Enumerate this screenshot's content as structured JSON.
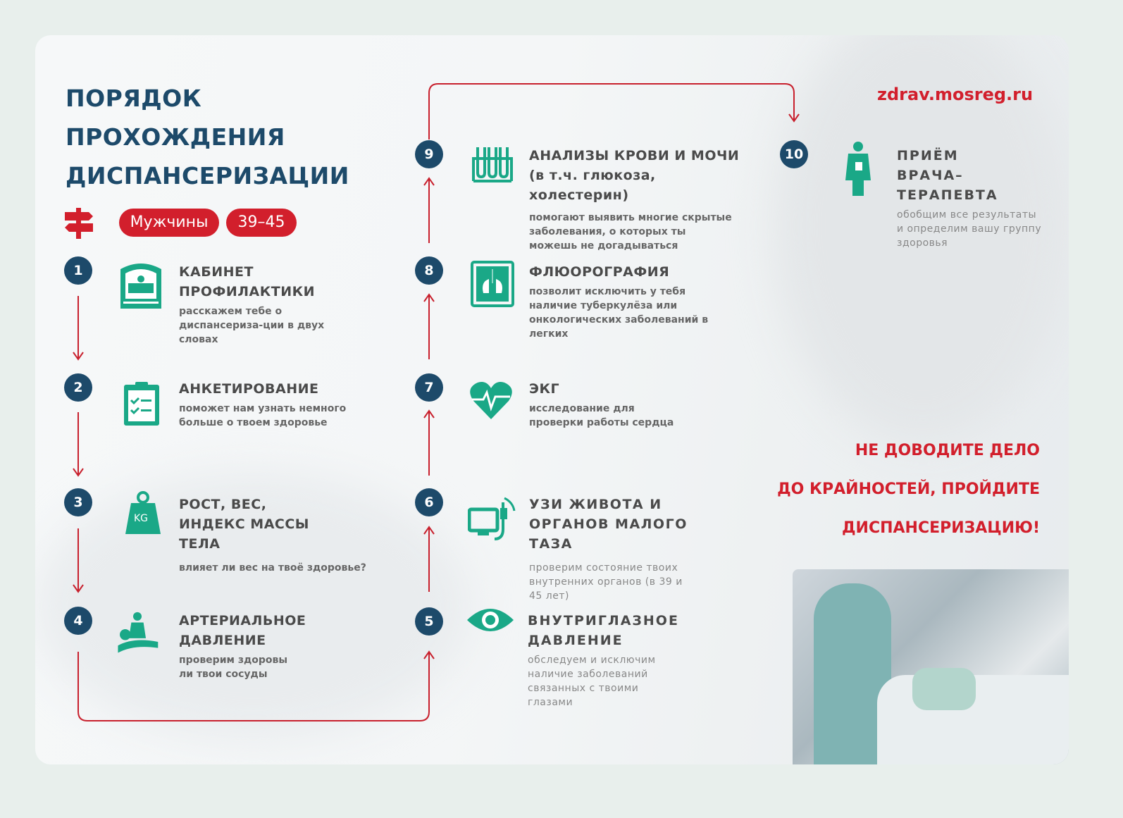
{
  "title": [
    "ПОРЯДОК",
    "ПРОХОЖДЕНИЯ",
    "ДИСПАНСЕРИЗАЦИИ"
  ],
  "filters": {
    "gender": "Мужчины",
    "age": "39–45"
  },
  "url": "zdrav.mosreg.ru",
  "steps": [
    {
      "n": "1",
      "title": "КАБИНЕТ ПРОФИЛАКТИКИ",
      "desc": "расскажем тебе о диспансериза-ции в двух словах"
    },
    {
      "n": "2",
      "title": "АНКЕТИРОВАНИЕ",
      "desc": "поможет нам узнать немного больше о твоем здоровье"
    },
    {
      "n": "3",
      "title": "РОСТ, ВЕС, ИНДЕКС МАССЫ ТЕЛА",
      "desc": "влияет ли вес на твоё здоровье?"
    },
    {
      "n": "4",
      "title": "АРТЕРИАЛЬНОЕ ДАВЛЕНИЕ",
      "desc": "проверим здоровы ли твои сосуды"
    },
    {
      "n": "5",
      "title": "ВНУТРИГЛАЗНОЕ ДАВЛЕНИЕ",
      "desc": "обследуем и исключим наличие заболеваний связанных с твоими глазами"
    },
    {
      "n": "6",
      "title": "УЗИ ЖИВОТА И ОРГАНОВ МАЛОГО ТАЗА",
      "desc": "проверим состояние твоих внутренних органов (в 39 и 45 лет)"
    },
    {
      "n": "7",
      "title": "ЭКГ",
      "desc": "исследование для проверки работы сердца"
    },
    {
      "n": "8",
      "title": "ФЛЮОРОГРАФИЯ",
      "desc": "позволит исключить у тебя наличие туберкулёза или онкологических заболеваний в легких"
    },
    {
      "n": "9",
      "title": "АНАЛИЗЫ КРОВИ И МОЧИ",
      "subtitle": "(в т.ч. глюкоза, холестерин)",
      "desc": "помогают выявить многие скрытые заболевания, о которых ты можешь не догадываться"
    },
    {
      "n": "10",
      "title": "ПРИЁМ ВРАЧА– ТЕРАПЕВТА",
      "desc": "обобщим все результаты и определим вашу группу здоровья"
    }
  ],
  "weight_label": "KG",
  "slogan": [
    "НЕ ДОВОДИТЕ ДЕЛО",
    "ДО КРАЙНОСТЕЙ, ПРОЙДИТЕ",
    "ДИСПАНСЕРИЗАЦИЮ!"
  ],
  "colors": {
    "accent": "#d21f2c",
    "navy": "#1d4a6a",
    "green": "#1aa887"
  }
}
